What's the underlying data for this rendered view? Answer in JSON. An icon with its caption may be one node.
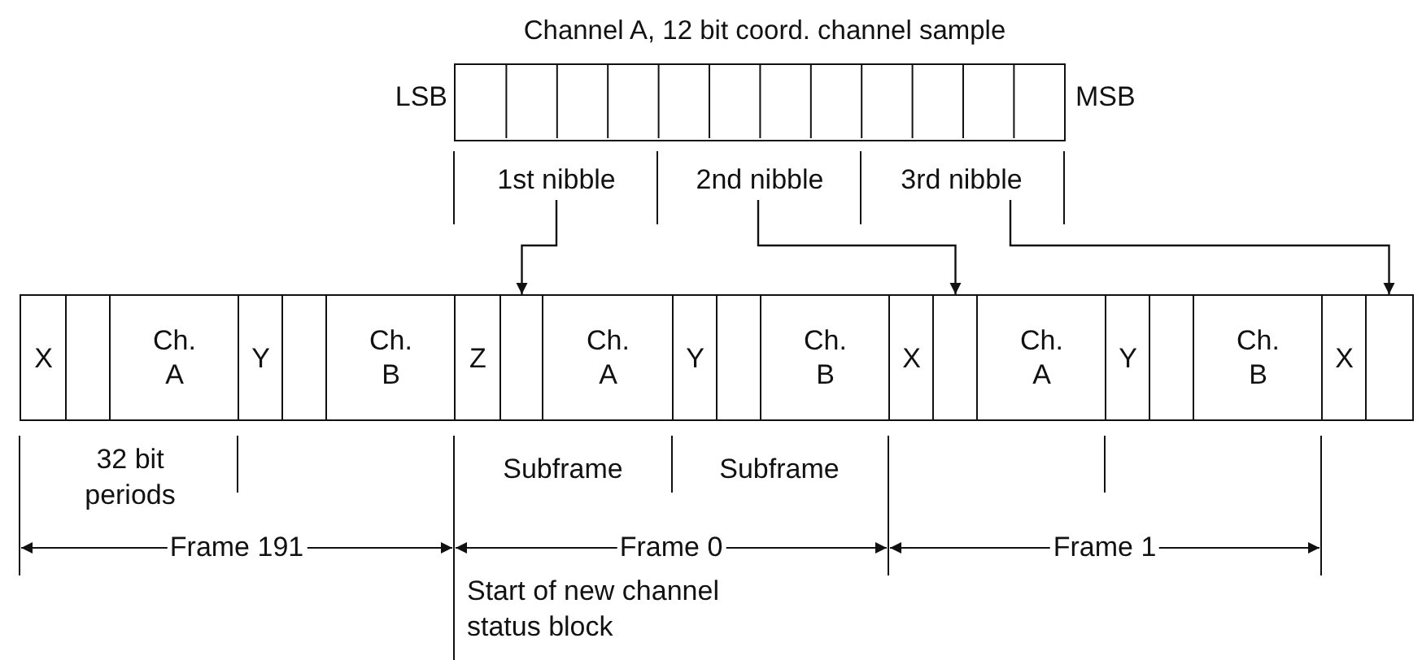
{
  "diagram": {
    "nodes": [
      {
        "text": [
          "Channel A, 12 bit coord. channel sample"
        ],
        "beside": [
          "LSB",
          "MSB"
        ]
      },
      {
        "text": [
          "1st nibble"
        ]
      },
      {
        "text": [
          "2nd nibble"
        ]
      },
      {
        "text": [
          "3rd nibble"
        ]
      },
      {
        "text": [
          "X"
        ]
      },
      {
        "text": [],
        "shape": "box"
      },
      {
        "text": [
          "Ch. A"
        ]
      },
      {
        "text": [
          "Y"
        ]
      },
      {
        "text": [],
        "shape": "box"
      },
      {
        "text": [
          "Ch. B"
        ]
      },
      {
        "text": [
          "Z"
        ]
      },
      {
        "text": [],
        "shape": "box"
      },
      {
        "text": [
          "Ch. A"
        ]
      },
      {
        "text": [
          "Y"
        ]
      },
      {
        "text": [],
        "shape": "box"
      },
      {
        "text": [
          "Ch. B"
        ]
      },
      {
        "text": [
          "X"
        ]
      },
      {
        "text": [],
        "shape": "box"
      },
      {
        "text": [
          "Ch. A"
        ]
      },
      {
        "text": [
          "Y"
        ]
      },
      {
        "text": [],
        "shape": "box"
      },
      {
        "text": [
          "Ch. B"
        ]
      },
      {
        "text": [
          "X"
        ]
      },
      {
        "text": [],
        "shape": "box"
      }
    ],
    "edges": [
      {
        "from": 1,
        "to": 11,
        "arrow": "to"
      },
      {
        "from": 2,
        "to": 17,
        "arrow": "to"
      },
      {
        "from": 3,
        "to": 23,
        "arrow": "to"
      }
    ],
    "labels": [
      "32 bit periods",
      "Subframe",
      "Subframe",
      "Frame 191",
      "Frame 0",
      "Frame 1",
      "Start of new channel status block"
    ]
  }
}
